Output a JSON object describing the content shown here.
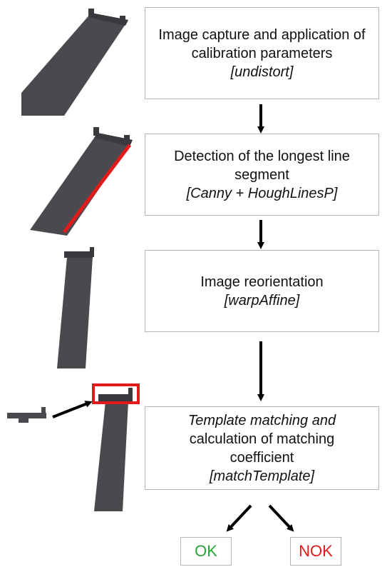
{
  "steps": [
    {
      "line1": "Image capture and application of",
      "line2": "calibration parameters",
      "code": "[undistort]"
    },
    {
      "line1": "Detection of the longest line",
      "line2": "segment",
      "code": "[Canny + HoughLinesP]"
    },
    {
      "line1": "Image reorientation",
      "code": "[warpAffine]"
    },
    {
      "line1_italic": "Template matching and",
      "line2": "calculation of matching",
      "line3": "coefficient",
      "code": "[matchTemplate]"
    }
  ],
  "results": {
    "ok": "OK",
    "nok": "NOK"
  },
  "colors": {
    "ok": "#2aa33a",
    "nok": "#e01b1b",
    "highlight": "#e01b1b",
    "part": "#4a4a4e",
    "box_border": "#b5b5b5"
  }
}
